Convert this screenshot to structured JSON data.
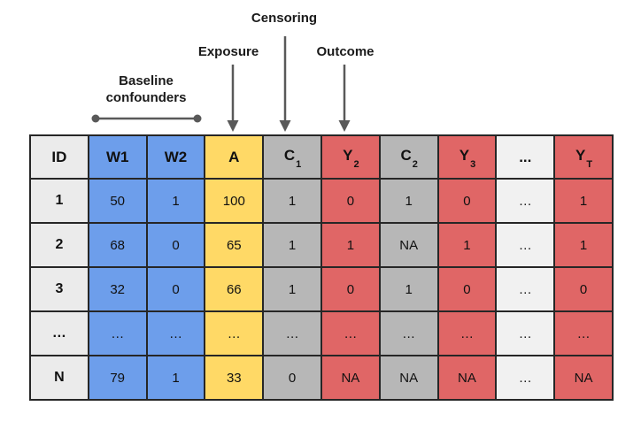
{
  "annotations": {
    "censoring": "Censoring",
    "exposure": "Exposure",
    "outcome": "Outcome",
    "baseline_confounders": "Baseline confounders"
  },
  "colors": {
    "blue": "#6d9eeb",
    "yellow": "#ffd966",
    "gray": "#b7b7b7",
    "red": "#e06666",
    "id_gray": "#ebebeb",
    "dots_gray": "#f1f1f1",
    "border": "#262626",
    "arrow": "#595959"
  },
  "table": {
    "columns": [
      {
        "text": "ID",
        "sub": "",
        "color": "id_gray",
        "name": "column-header-id"
      },
      {
        "text": "W1",
        "sub": "",
        "color": "blue",
        "name": "column-header-w1"
      },
      {
        "text": "W2",
        "sub": "",
        "color": "blue",
        "name": "column-header-w2"
      },
      {
        "text": "A",
        "sub": "",
        "color": "yellow",
        "name": "column-header-a"
      },
      {
        "text": "C",
        "sub": "1",
        "color": "gray",
        "name": "column-header-c1"
      },
      {
        "text": "Y",
        "sub": "2",
        "color": "red",
        "name": "column-header-y2"
      },
      {
        "text": "C",
        "sub": "2",
        "color": "gray",
        "name": "column-header-c2"
      },
      {
        "text": "Y",
        "sub": "3",
        "color": "red",
        "name": "column-header-y3"
      },
      {
        "text": "...",
        "sub": "",
        "color": "dots_gray",
        "name": "column-header-dots"
      },
      {
        "text": "Y",
        "sub": "T",
        "color": "red",
        "name": "column-header-yt"
      }
    ],
    "rows": [
      [
        "1",
        "50",
        "1",
        "100",
        "1",
        "0",
        "1",
        "0",
        "…",
        "1"
      ],
      [
        "2",
        "68",
        "0",
        "65",
        "1",
        "1",
        "NA",
        "1",
        "…",
        "1"
      ],
      [
        "3",
        "32",
        "0",
        "66",
        "1",
        "0",
        "1",
        "0",
        "…",
        "0"
      ],
      [
        "…",
        "…",
        "…",
        "…",
        "…",
        "…",
        "…",
        "…",
        "…",
        "…"
      ],
      [
        "N",
        "79",
        "1",
        "33",
        "0",
        "NA",
        "NA",
        "NA",
        "…",
        "NA"
      ]
    ]
  }
}
